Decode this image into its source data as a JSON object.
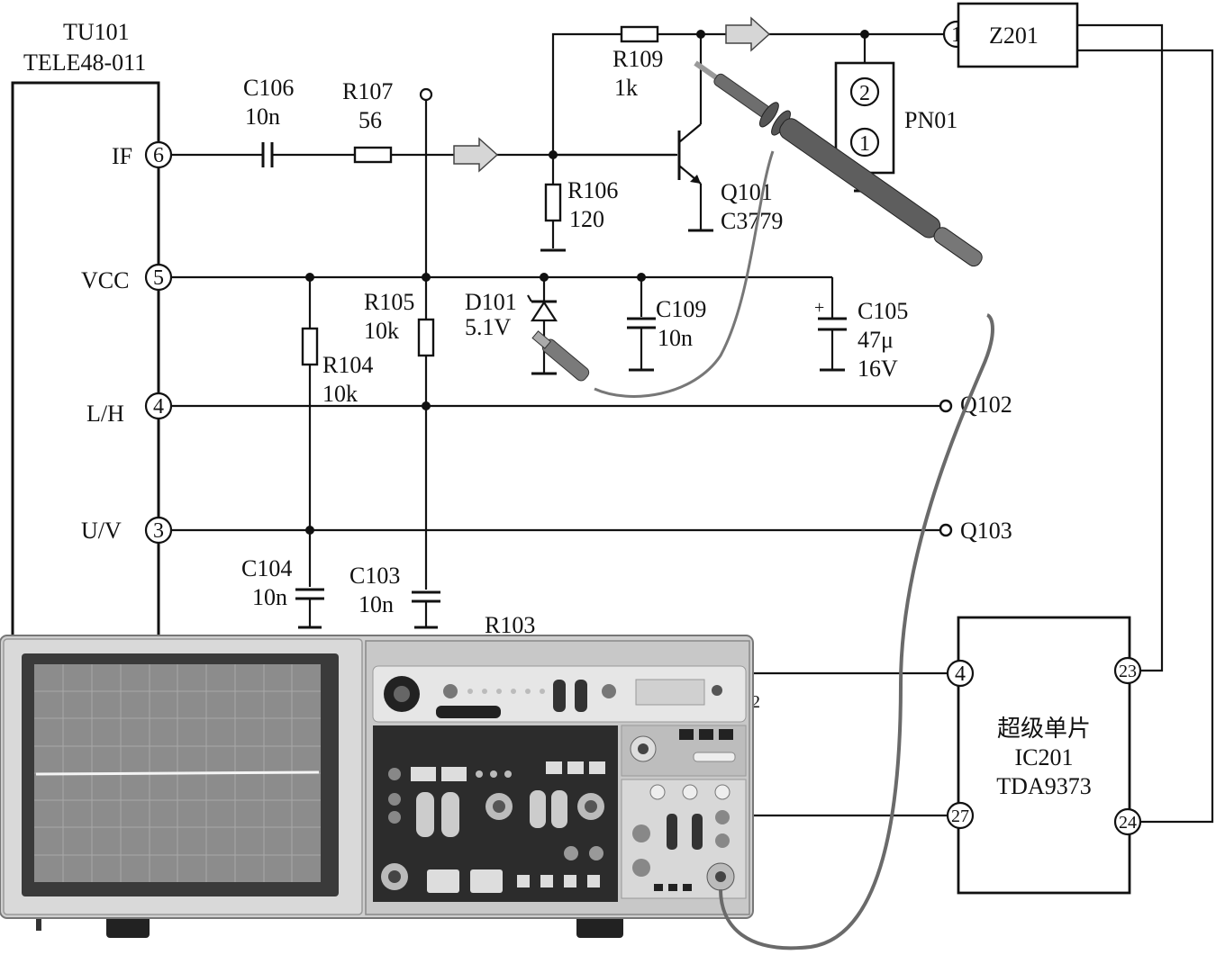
{
  "tuner": {
    "ref": "TU101",
    "part": "TELE48-011"
  },
  "tuner_pins": [
    {
      "name": "IF",
      "num": "6"
    },
    {
      "name": "VCC",
      "num": "5"
    },
    {
      "name": "L/H",
      "num": "4"
    },
    {
      "name": "U/V",
      "num": "3"
    }
  ],
  "components": {
    "c106": {
      "ref": "C106",
      "value": "10n"
    },
    "r107": {
      "ref": "R107",
      "value": "56"
    },
    "r109": {
      "ref": "R109",
      "value": "1k"
    },
    "r106": {
      "ref": "R106",
      "value": "120"
    },
    "q101": {
      "ref": "Q101",
      "value": "C3779"
    },
    "r105": {
      "ref": "R105",
      "value": "10k"
    },
    "d101": {
      "ref": "D101",
      "value": "5.1V"
    },
    "c109": {
      "ref": "C109",
      "value": "10n"
    },
    "c105": {
      "ref": "C105",
      "value": "47μ",
      "rating": "16V",
      "polarity": "+"
    },
    "r104": {
      "ref": "R104",
      "value": "10k"
    },
    "c104": {
      "ref": "C104",
      "value": "10n"
    },
    "c103": {
      "ref": "C103",
      "value": "10n"
    },
    "r103": {
      "ref": "R103"
    }
  },
  "z201": {
    "ref": "Z201",
    "pin": "1"
  },
  "pn01": {
    "ref": "PN01",
    "pins": [
      "2",
      "1"
    ]
  },
  "q102": {
    "ref": "Q102"
  },
  "q103": {
    "ref": "Q103"
  },
  "ic201": {
    "desc": "超级单片",
    "ref": "IC201",
    "part": "TDA9373",
    "pins": {
      "p4": "4",
      "p27": "27",
      "p23": "23",
      "p24": "24"
    }
  },
  "fragment_label": "2",
  "colors": {
    "wire": "#111111",
    "probe": "#5a5a5a",
    "scope_body": "#d9d9d9",
    "screen": "#8a8a8a"
  }
}
